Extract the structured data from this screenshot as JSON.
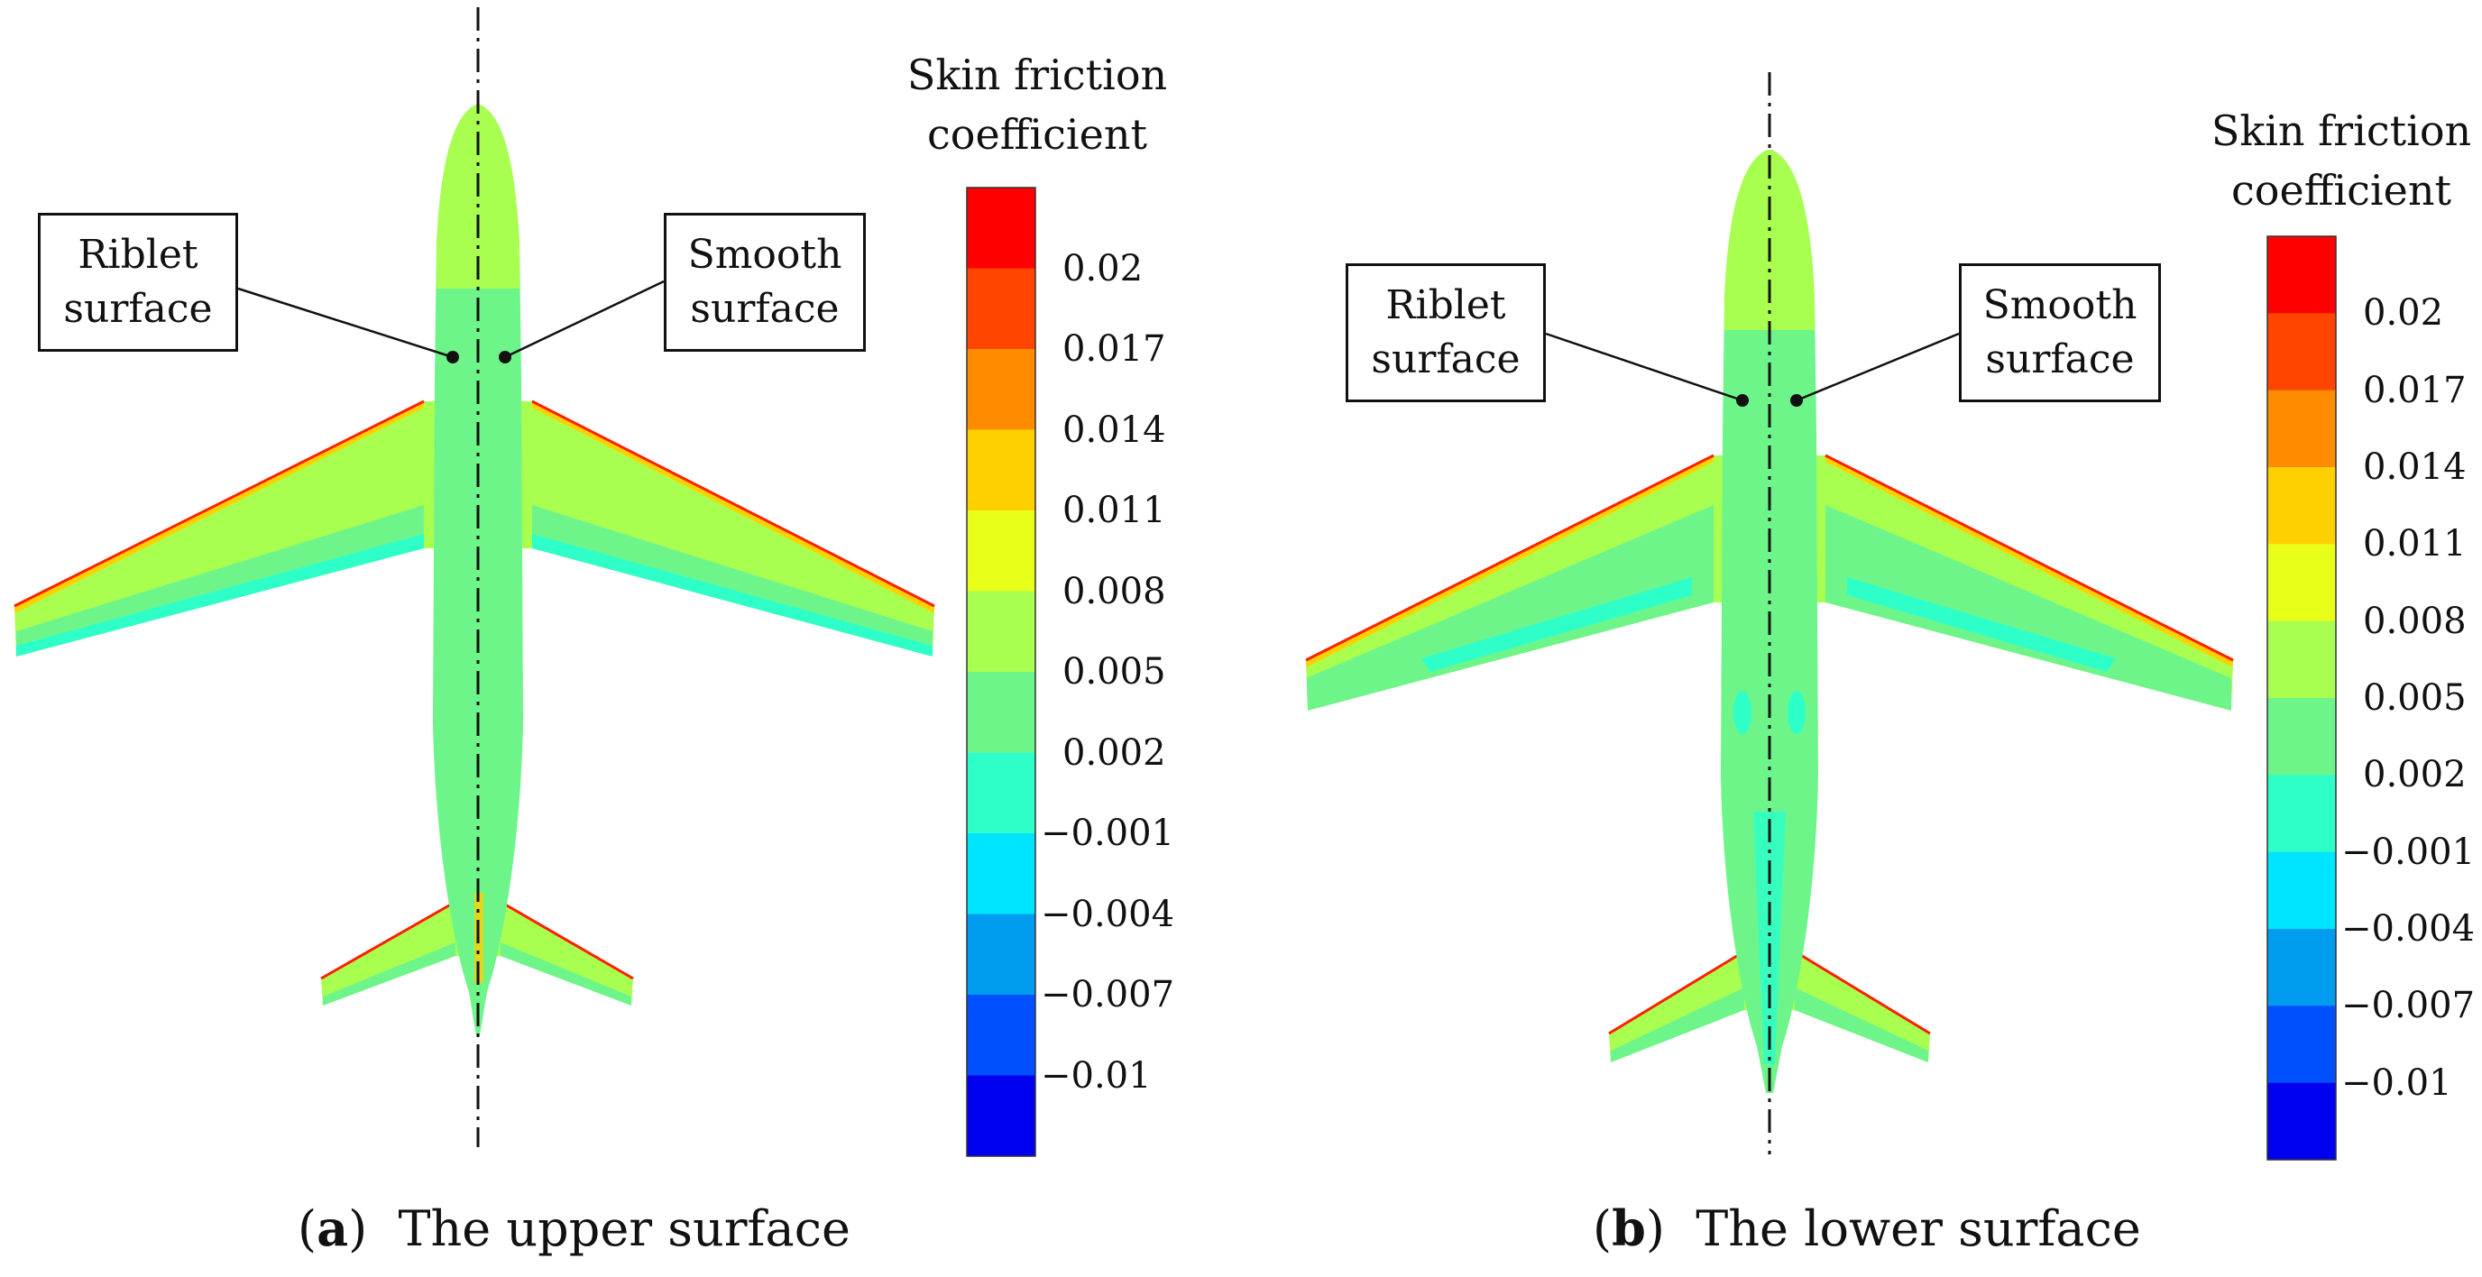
{
  "colorbar": {
    "title_line1": "Skin friction",
    "title_line2": "coefficient",
    "ticks": [
      "0.02",
      "0.017",
      "0.014",
      "0.011",
      "0.008",
      "0.005",
      "0.002",
      "−0.001",
      "−0.004",
      "−0.007",
      "−0.01"
    ],
    "colors": [
      "#ff0000",
      "#ff4500",
      "#ff8c00",
      "#ffd000",
      "#e8ff1a",
      "#a8ff50",
      "#6ef58a",
      "#2effc8",
      "#00e5ff",
      "#009cf0",
      "#0050ff",
      "#0000f0"
    ]
  },
  "panels": [
    {
      "callout_left": {
        "line1": "Riblet",
        "line2": "surface"
      },
      "callout_right": {
        "line1": "Smooth",
        "line2": "surface"
      },
      "caption_label": "a",
      "caption_text": "The upper surface"
    },
    {
      "callout_left": {
        "line1": "Riblet",
        "line2": "surface"
      },
      "callout_right": {
        "line1": "Smooth",
        "line2": "surface"
      },
      "caption_label": "b",
      "caption_text": "The lower surface"
    }
  ]
}
